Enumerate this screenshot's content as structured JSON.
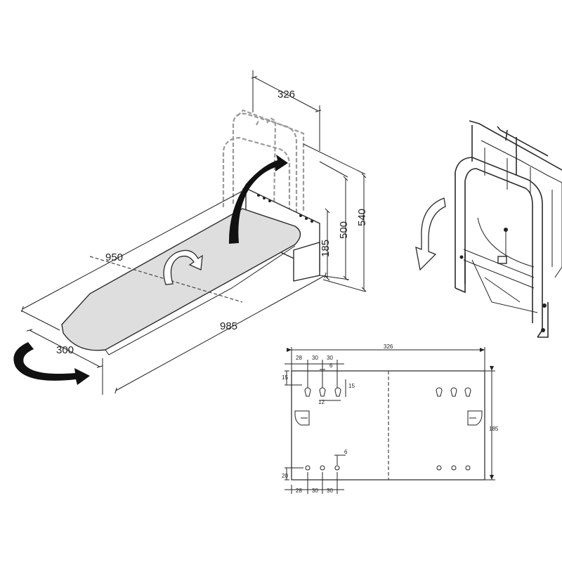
{
  "drawing": {
    "perspective_view": {
      "dims": {
        "depth_top": "326",
        "length_top": "950",
        "length_bottom": "985",
        "width": "300",
        "height_outer": "540",
        "height_inner": "500",
        "plate_height": "185"
      }
    },
    "mounting_plate_view": {
      "dims": {
        "overall_width": "326",
        "offset_top_left": "28",
        "pitch_top_1": "30",
        "pitch_top_2": "30",
        "slot_width": "6",
        "top_offset": "15",
        "slot_height": "15",
        "slot_spacing": "12",
        "plate_height": "185",
        "hole_size": "6",
        "bottom_offset": "20",
        "offset_bottom_left": "28",
        "pitch_bottom_1": "30",
        "pitch_bottom_2": "30"
      }
    }
  }
}
